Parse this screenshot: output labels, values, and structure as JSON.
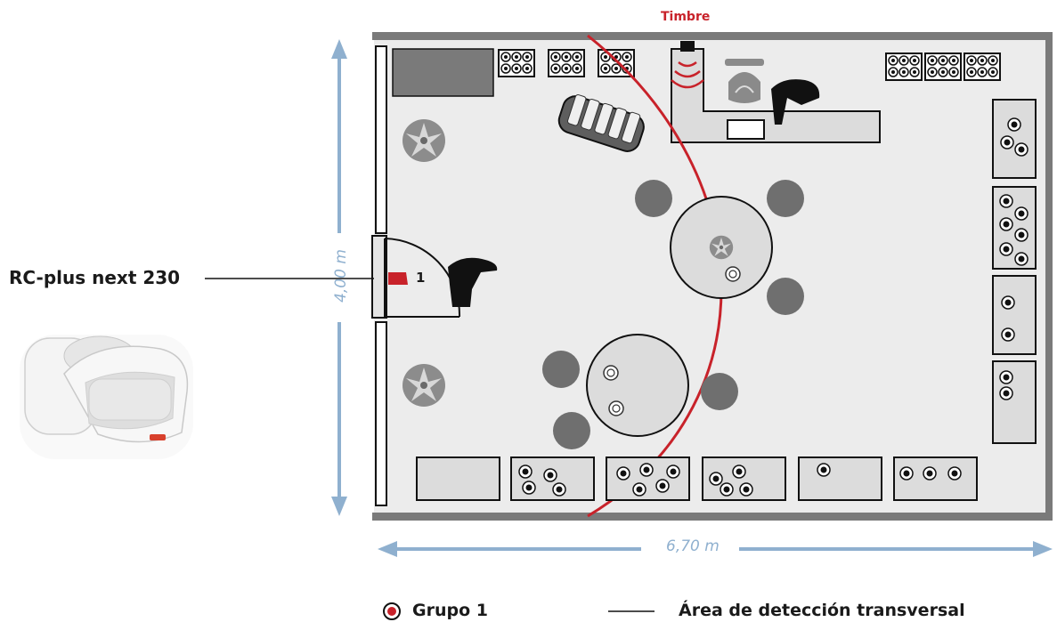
{
  "labels": {
    "doorbell": "Timbre",
    "sensor_name": "RC-plus next 230",
    "sensor_number": "1",
    "height_dim": "4,00 m",
    "width_dim": "6,70 m"
  },
  "legend": {
    "group": "Grupo 1",
    "detection_area": "Área de detección transversal"
  },
  "colors": {
    "wall": "#7a7a7a",
    "floor": "#ececec",
    "furniture": "#dcdcdc",
    "chair": "#6f6f6f",
    "detection_line": "#c8222a",
    "dimension_arrow": "#8fb0cf",
    "sensor": "#c8222a"
  }
}
